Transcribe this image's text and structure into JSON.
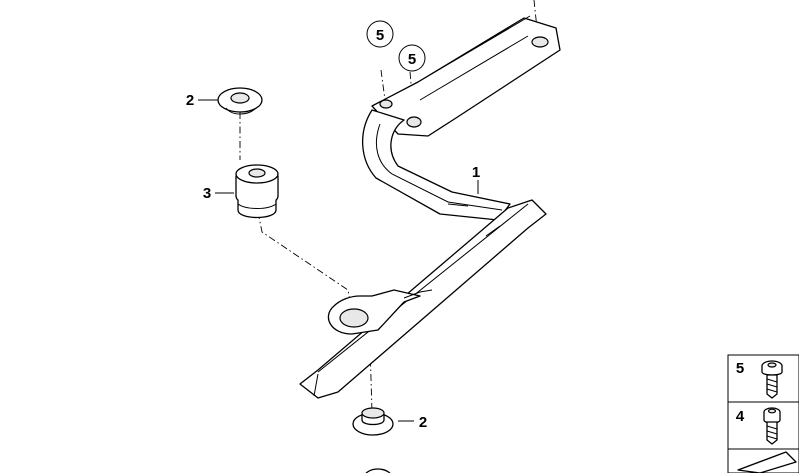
{
  "diagram": {
    "callouts": [
      {
        "id": "c1",
        "label": "1"
      },
      {
        "id": "c2a",
        "label": "2"
      },
      {
        "id": "c2b",
        "label": "2"
      },
      {
        "id": "c3",
        "label": "3"
      },
      {
        "id": "c5a",
        "label": "5"
      },
      {
        "id": "c5b",
        "label": "5"
      }
    ],
    "legend_items": [
      {
        "id": "l5",
        "label": "5"
      },
      {
        "id": "l4",
        "label": "4"
      }
    ]
  }
}
